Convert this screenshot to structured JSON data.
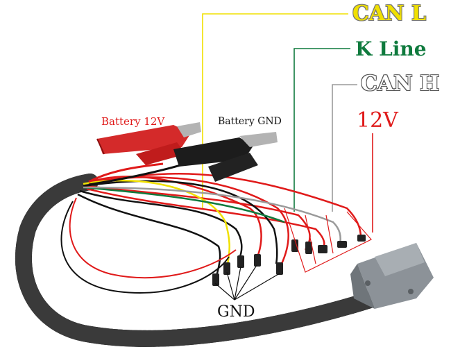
{
  "labels": {
    "can_l": "CAN L",
    "k_line": "K Line",
    "can_h": "CAN H",
    "v12": "12V",
    "battery_12v": "Battery 12V",
    "battery_gnd": "Battery GND",
    "gnd": "GND"
  },
  "colors": {
    "can_l": "#f0e000",
    "k_line": "#0f7a3d",
    "can_h": "#9a9a9a",
    "v12": "#e01a1a",
    "cable": "#1a1a1a",
    "connector": "#8c9298"
  }
}
